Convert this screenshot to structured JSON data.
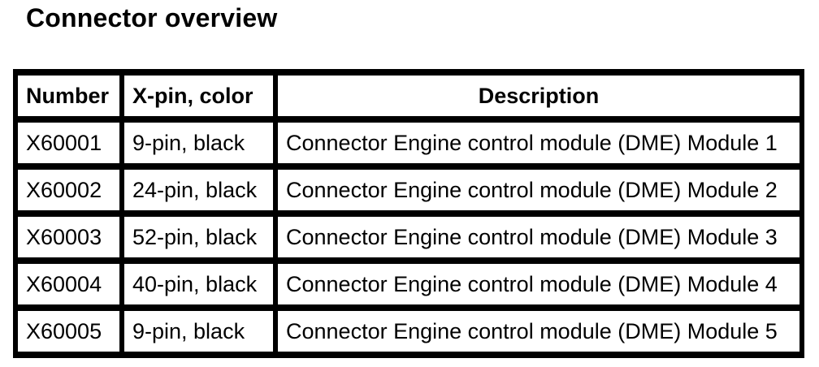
{
  "page": {
    "title": "Connector overview",
    "background_color": "#ffffff",
    "text_color": "#000000",
    "border_color": "#000000"
  },
  "table": {
    "columns": {
      "number": "Number",
      "pin_color": "X-pin, color",
      "description": "Description"
    },
    "rows": [
      {
        "number": "X60001",
        "pin_color": "9-pin, black",
        "description": "Connector Engine control module (DME) Module 1"
      },
      {
        "number": "X60002",
        "pin_color": "24-pin, black",
        "description": "Connector Engine control module (DME) Module 2"
      },
      {
        "number": "X60003",
        "pin_color": "52-pin, black",
        "description": "Connector Engine control module (DME) Module 3"
      },
      {
        "number": "X60004",
        "pin_color": "40-pin, black",
        "description": "Connector Engine control module (DME) Module 4"
      },
      {
        "number": "X60005",
        "pin_color": "9-pin, black",
        "description": "Connector Engine control module (DME) Module 5"
      }
    ]
  }
}
